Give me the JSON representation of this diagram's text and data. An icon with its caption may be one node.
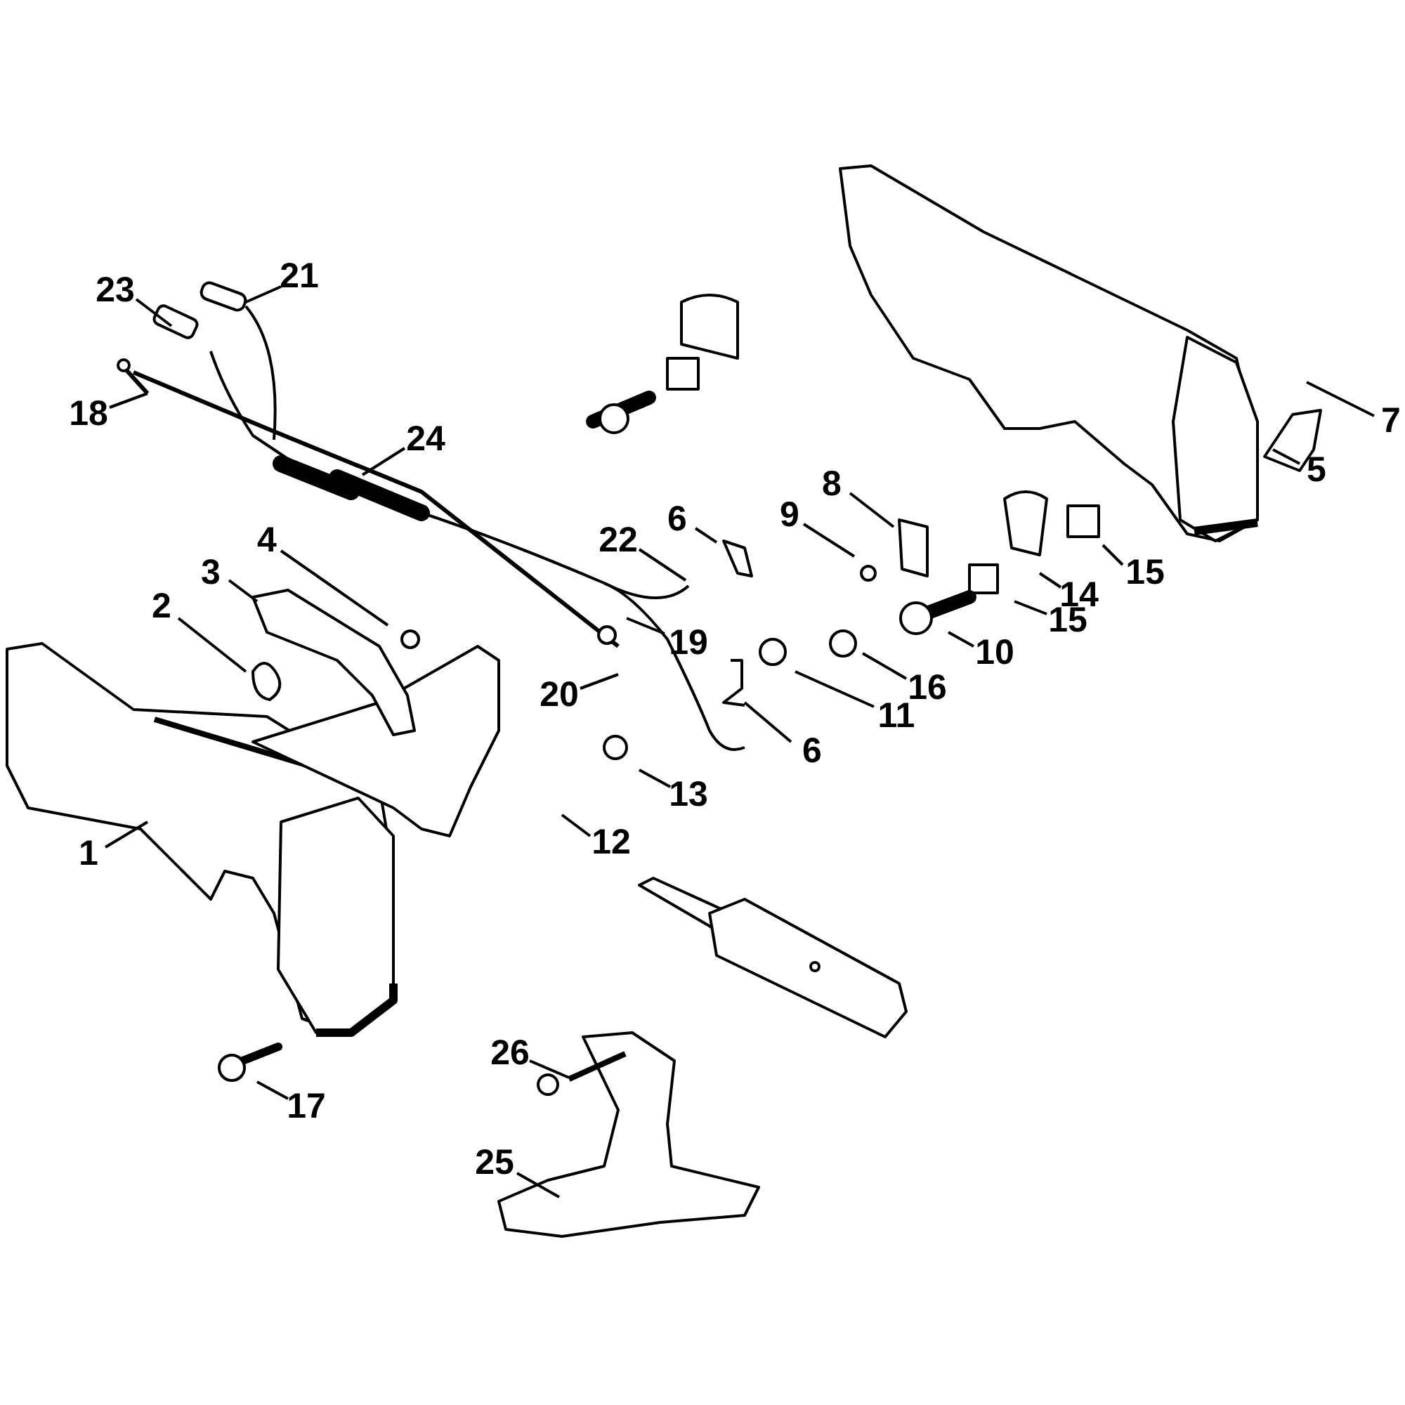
{
  "diagram": {
    "nodes": [
      {
        "text": [
          "21"
        ]
      },
      {
        "text": [
          "23"
        ]
      },
      {
        "text": [
          "18"
        ]
      },
      {
        "text": [
          "7"
        ]
      },
      {
        "text": [
          "24"
        ]
      },
      {
        "text": [
          "5"
        ]
      },
      {
        "text": [
          "8"
        ]
      },
      {
        "text": [
          "9"
        ]
      },
      {
        "text": [
          "6"
        ]
      },
      {
        "text": [
          "4"
        ]
      },
      {
        "text": [
          "22"
        ]
      },
      {
        "text": [
          "15"
        ]
      },
      {
        "text": [
          "3"
        ]
      },
      {
        "text": [
          "14"
        ]
      },
      {
        "text": [
          "2"
        ]
      },
      {
        "text": [
          "15"
        ]
      },
      {
        "text": [
          "19"
        ]
      },
      {
        "text": [
          "10"
        ]
      },
      {
        "text": [
          "16"
        ]
      },
      {
        "text": [
          "20"
        ]
      },
      {
        "text": [
          "11"
        ]
      },
      {
        "text": [
          "6"
        ]
      },
      {
        "text": [
          "13"
        ]
      },
      {
        "text": [
          "12"
        ]
      },
      {
        "text": [
          "1"
        ]
      },
      {
        "text": [
          "26"
        ]
      },
      {
        "text": [
          "17"
        ]
      },
      {
        "text": [
          "25"
        ]
      }
    ],
    "edges": [
      {
        "from": 0,
        "to": null,
        "arrow": "none"
      },
      {
        "from": 1,
        "to": null,
        "arrow": "none"
      },
      {
        "from": 2,
        "to": null,
        "arrow": "none"
      },
      {
        "from": 3,
        "to": null,
        "arrow": "none"
      },
      {
        "from": 4,
        "to": null,
        "arrow": "none"
      },
      {
        "from": 5,
        "to": null,
        "arrow": "none"
      },
      {
        "from": 6,
        "to": null,
        "arrow": "none"
      },
      {
        "from": 7,
        "to": null,
        "arrow": "none"
      },
      {
        "from": 8,
        "to": null,
        "arrow": "none"
      },
      {
        "from": 9,
        "to": null,
        "arrow": "none"
      },
      {
        "from": 10,
        "to": null,
        "arrow": "none"
      },
      {
        "from": 11,
        "to": null,
        "arrow": "none"
      },
      {
        "from": 12,
        "to": null,
        "arrow": "none"
      },
      {
        "from": 13,
        "to": null,
        "arrow": "none"
      },
      {
        "from": 14,
        "to": null,
        "arrow": "none"
      },
      {
        "from": 15,
        "to": null,
        "arrow": "none"
      },
      {
        "from": 16,
        "to": null,
        "arrow": "none"
      },
      {
        "from": 17,
        "to": null,
        "arrow": "none"
      },
      {
        "from": 18,
        "to": null,
        "arrow": "none"
      },
      {
        "from": 19,
        "to": null,
        "arrow": "none"
      },
      {
        "from": 20,
        "to": null,
        "arrow": "none"
      },
      {
        "from": 21,
        "to": null,
        "arrow": "none"
      },
      {
        "from": 22,
        "to": null,
        "arrow": "none"
      },
      {
        "from": 23,
        "to": null,
        "arrow": "none"
      },
      {
        "from": 24,
        "to": null,
        "arrow": "none"
      },
      {
        "from": 25,
        "to": null,
        "arrow": "none"
      },
      {
        "from": 26,
        "to": null,
        "arrow": "none"
      },
      {
        "from": 27,
        "to": null,
        "arrow": "none"
      }
    ]
  }
}
